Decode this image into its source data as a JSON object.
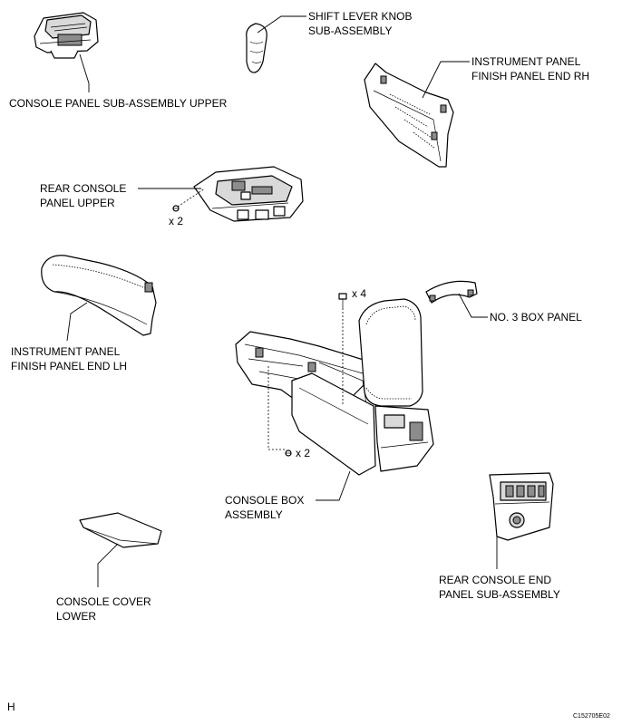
{
  "labels": {
    "console_panel_upper": "CONSOLE PANEL SUB-ASSEMBLY UPPER",
    "shift_knob_l1": "SHIFT LEVER KNOB",
    "shift_knob_l2": "SUB-ASSEMBLY",
    "ip_end_rh_l1": "INSTRUMENT PANEL",
    "ip_end_rh_l2": "FINISH PANEL END RH",
    "rear_console_upper_l1": "REAR CONSOLE",
    "rear_console_upper_l2": "PANEL UPPER",
    "ip_end_lh_l1": "INSTRUMENT PANEL",
    "ip_end_lh_l2": "FINISH PANEL END LH",
    "no3_box_panel": "NO. 3 BOX PANEL",
    "console_box_l1": "CONSOLE BOX",
    "console_box_l2": "ASSEMBLY",
    "console_cover_l1": "CONSOLE COVER",
    "console_cover_l2": "LOWER",
    "rear_end_panel_l1": "REAR CONSOLE END",
    "rear_end_panel_l2": "PANEL SUB-ASSEMBLY"
  },
  "quantities": {
    "rear_console_screw": "x 2",
    "console_box_bolt_top": "x 4",
    "console_box_bolt_bottom": "x 2"
  },
  "footer": {
    "corner_left": "H",
    "figure_code": "C152705E02"
  }
}
